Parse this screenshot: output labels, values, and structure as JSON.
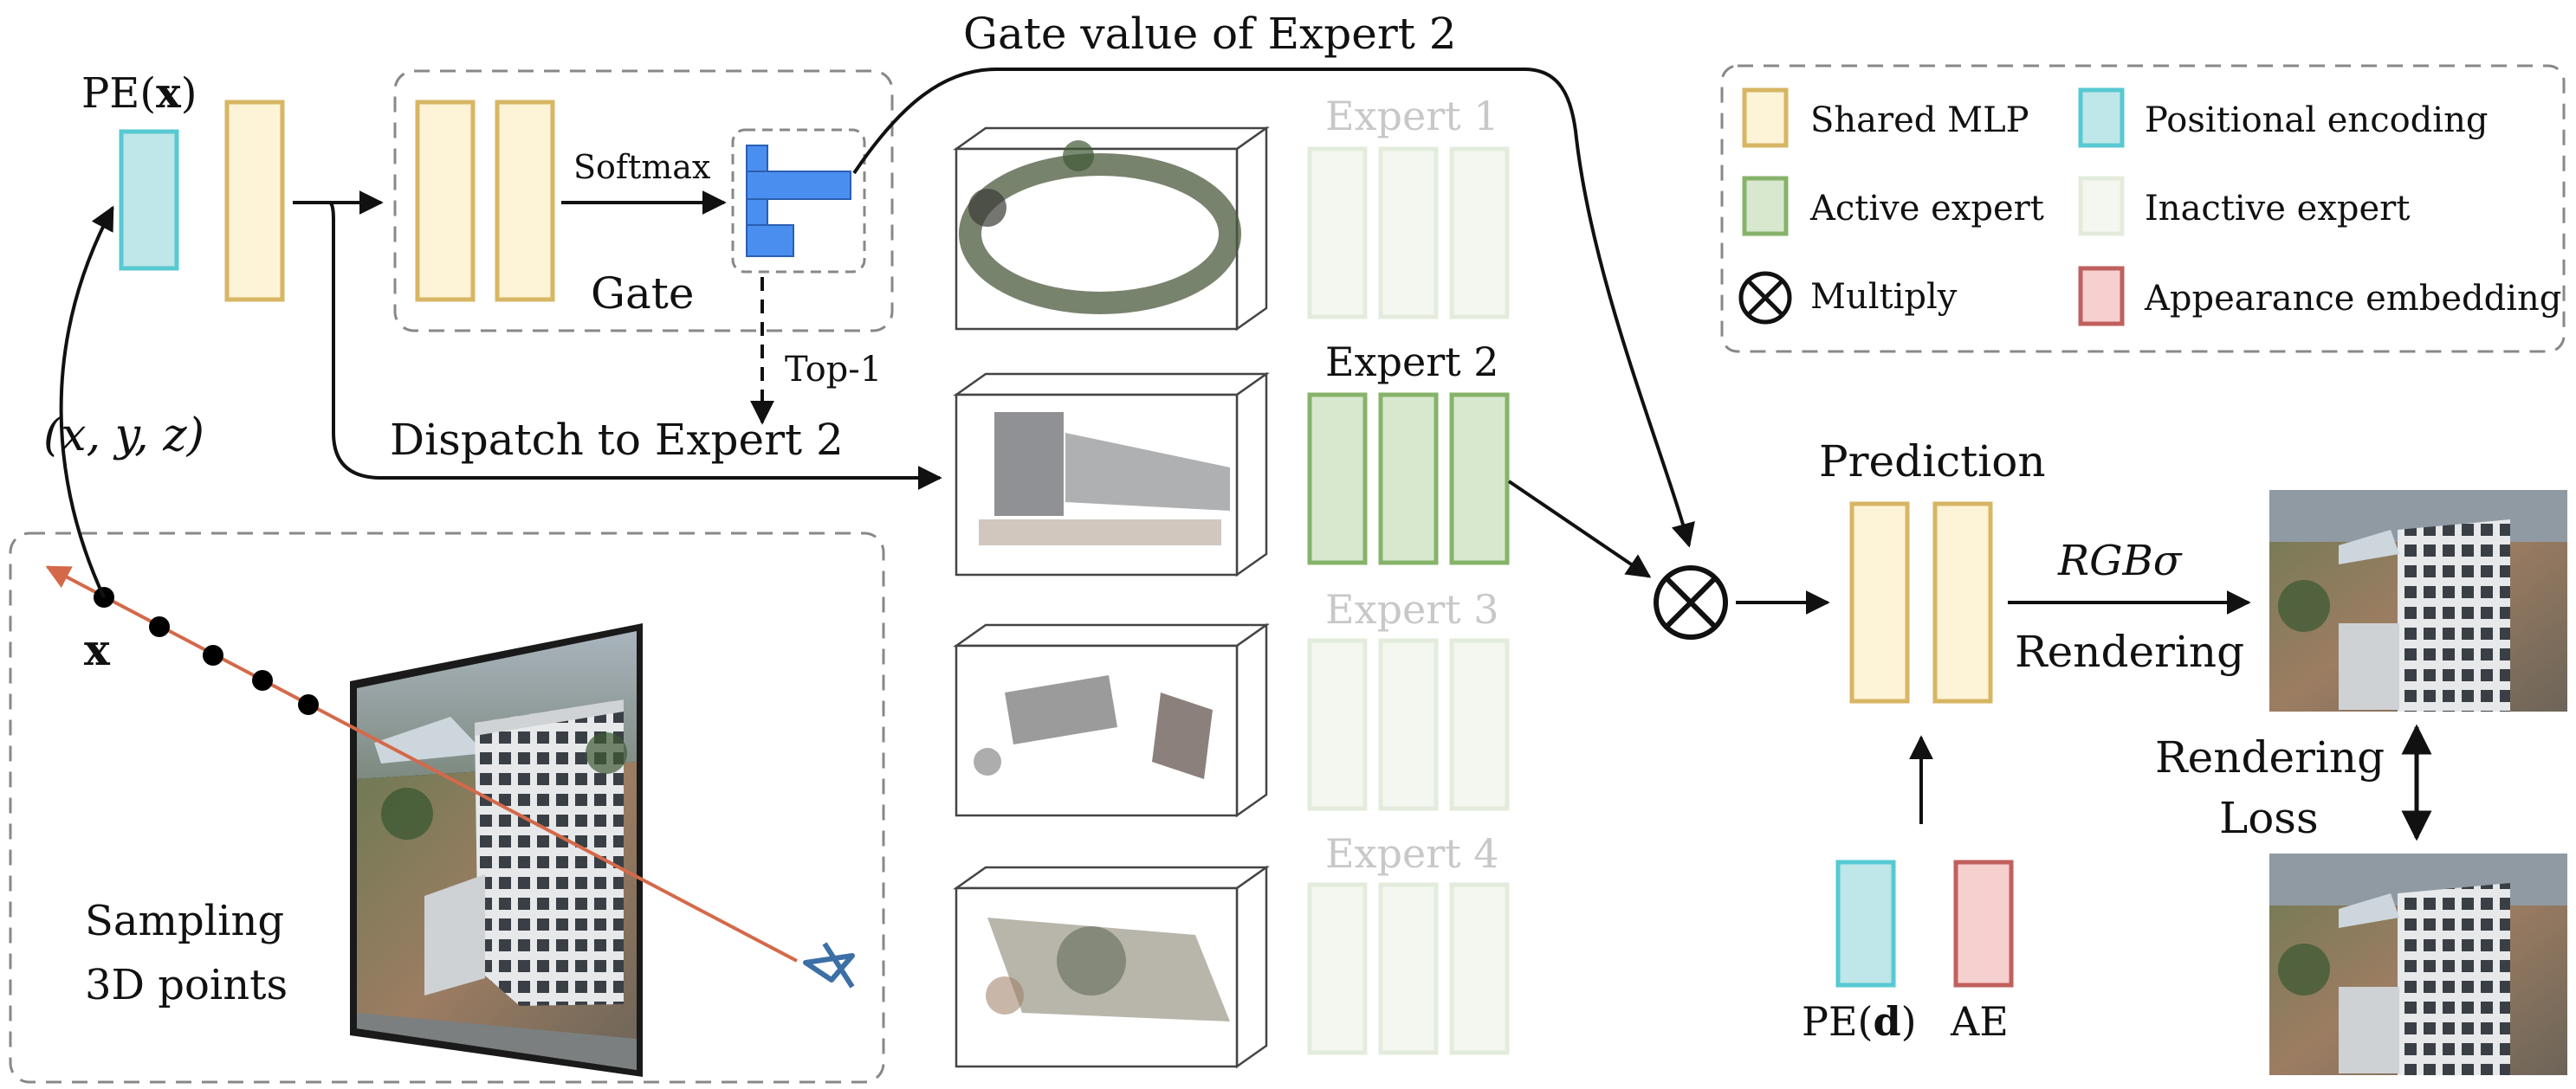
{
  "labels": {
    "pe_x_prefix": "PE(",
    "pe_x_bold": "x",
    "pe_x_suffix": ")",
    "coords": "(x, y, z)",
    "point_x": "x",
    "sampling_line1": "Sampling",
    "sampling_line2": "3D points",
    "softmax": "Softmax",
    "gate": "Gate",
    "top1": "Top-1",
    "gate_value": "Gate value of Expert 2",
    "dispatch": "Dispatch to Expert 2",
    "prediction": "Prediction",
    "rgb_sigma": "RGBσ",
    "rendering": "Rendering",
    "rendering_loss_line1": "Rendering",
    "rendering_loss_line2": "Loss",
    "pe_d_prefix": "PE(",
    "pe_d_bold": "d",
    "pe_d_suffix": ")",
    "ae": "AE"
  },
  "experts": [
    {
      "label": "Expert 1",
      "active": false
    },
    {
      "label": "Expert 2",
      "active": true
    },
    {
      "label": "Expert 3",
      "active": false
    },
    {
      "label": "Expert 4",
      "active": false
    }
  ],
  "legend": {
    "items": [
      {
        "label": "Shared MLP",
        "fill": "#fdf3d6",
        "stroke": "#d7b664"
      },
      {
        "label": "Positional encoding",
        "fill": "#bfe6e8",
        "stroke": "#57c9d2"
      },
      {
        "label": "Active expert",
        "fill": "#d7e8cf",
        "stroke": "#86b36a"
      },
      {
        "label": "Inactive expert",
        "fill": "#f3f7f0",
        "stroke": "#e3ecdc"
      },
      {
        "label": "Multiply",
        "symbol": "multiply-circle"
      },
      {
        "label": "Appearance embedding",
        "fill": "#f6cfcf",
        "stroke": "#c0605e"
      }
    ]
  },
  "colors": {
    "shared_mlp_fill": "#fdf3d6",
    "shared_mlp_stroke": "#d7b664",
    "pe_fill": "#bfe6e8",
    "pe_stroke": "#57c9d2",
    "active_fill": "#d7e8cf",
    "active_stroke": "#86b36a",
    "inactive_fill": "#f3f7f0",
    "inactive_stroke": "#e3ecdc",
    "ae_fill": "#f6cfcf",
    "ae_stroke": "#c0605e",
    "gate_bars": "#4a8ef0",
    "ray": "#d4694a",
    "camera": "#3c6fa6",
    "dashed_border": "#888888",
    "inactive_text": "#c8c8c8"
  }
}
